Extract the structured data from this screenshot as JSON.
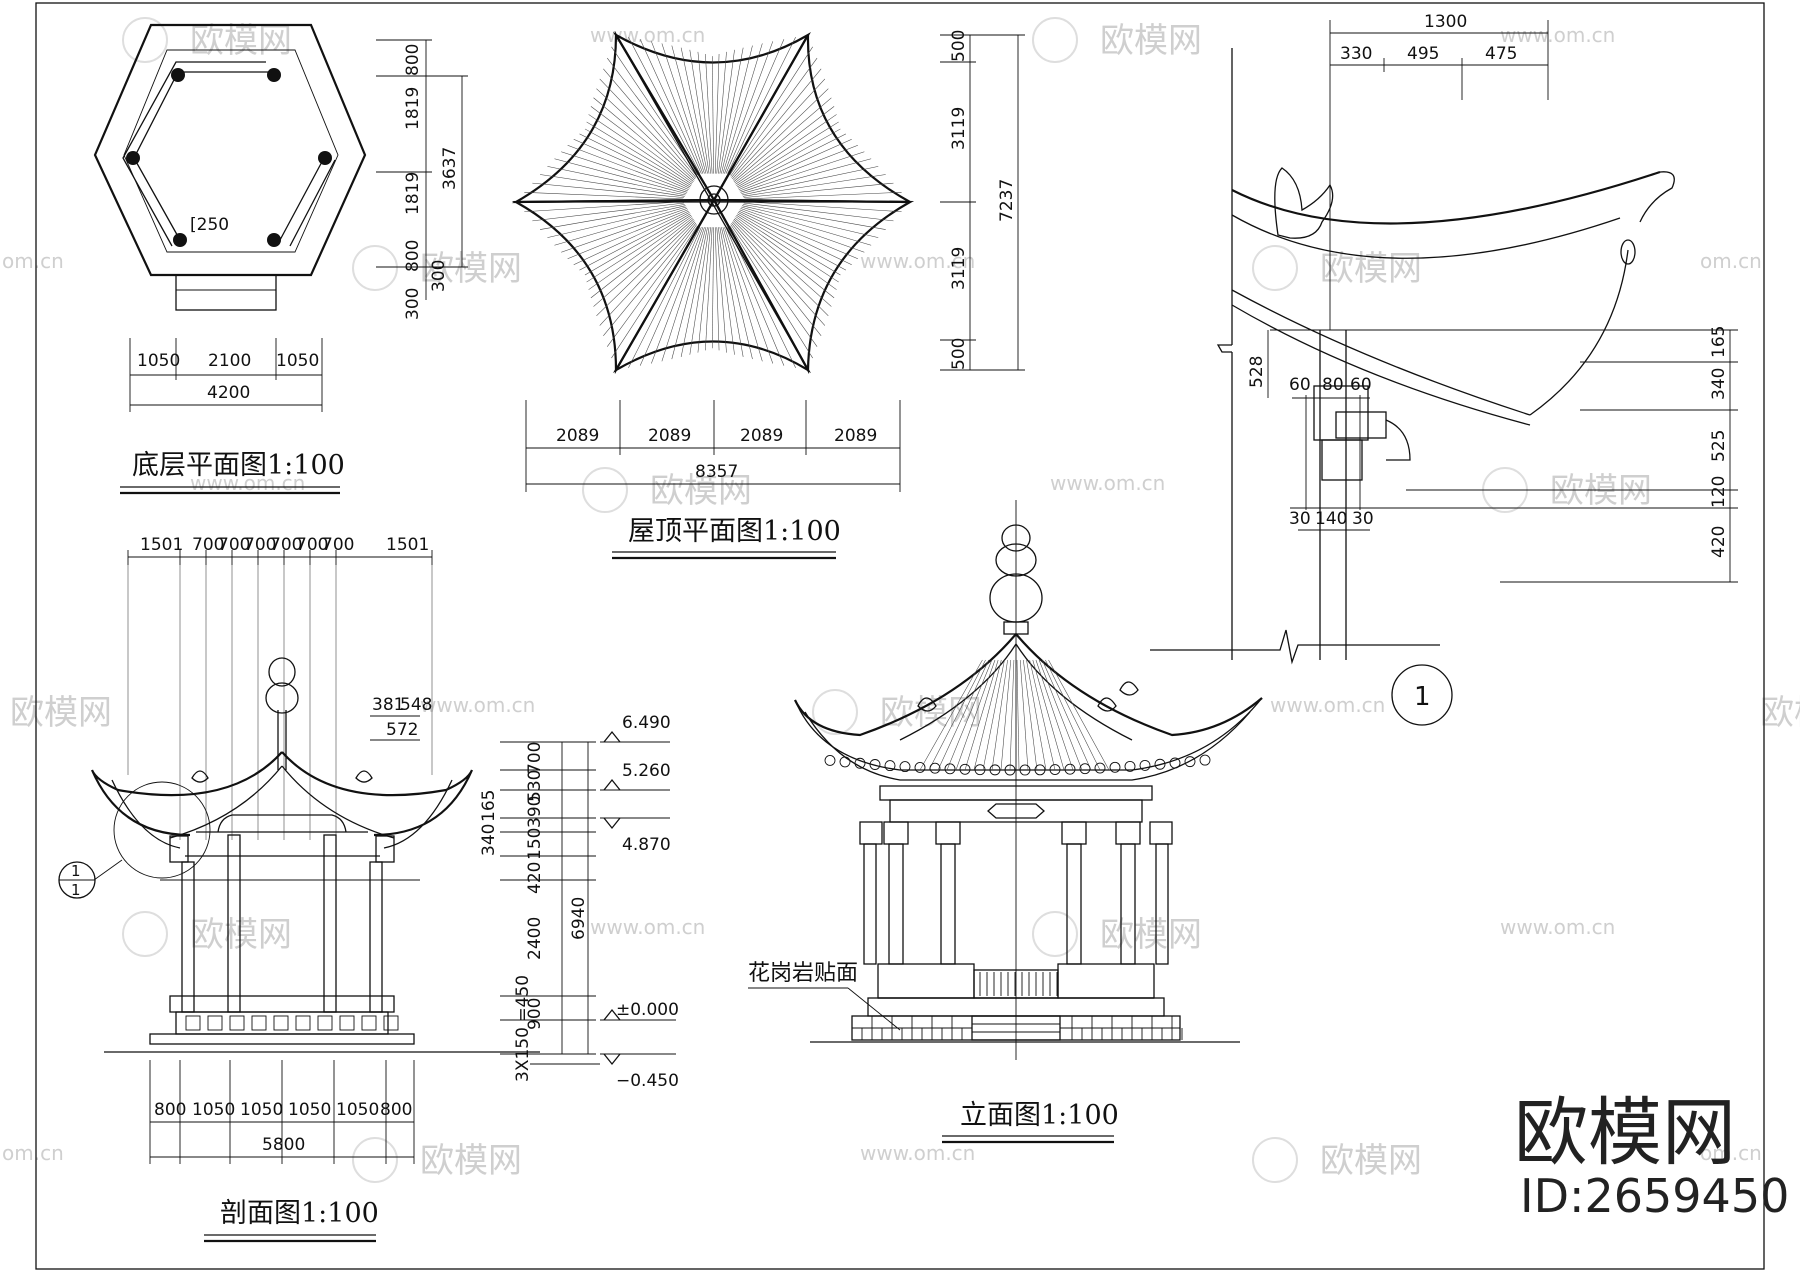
{
  "watermark": {
    "logo_text": "欧模网",
    "url_text": "www.om.cn",
    "url_short": "om.cn"
  },
  "brand": {
    "name": "欧模网",
    "id_label": "ID:2659450"
  },
  "ground_plan": {
    "title": "底层平面图1:100",
    "column_label": "[250",
    "dims_horizontal": [
      "1050",
      "2100",
      "1050"
    ],
    "total_horizontal": "4200",
    "dims_vertical": [
      "800",
      "1819",
      "1819",
      "800",
      "300",
      "300"
    ],
    "total_vertical": "3637"
  },
  "roof_plan": {
    "title": "屋顶平面图1:100",
    "dims_horizontal": [
      "2089",
      "2089",
      "2089",
      "2089"
    ],
    "total_horizontal": "8357",
    "dims_vertical": [
      "500",
      "3119",
      "3119",
      "500"
    ],
    "total_vertical": "7237"
  },
  "detail": {
    "marker": "1",
    "dims_top_total": "1300",
    "dims_top": [
      "330",
      "495",
      "475"
    ],
    "dims_right": [
      "165",
      "340",
      "525",
      "120",
      "420"
    ],
    "dim_left": "528",
    "dims_mid": [
      "60",
      "80",
      "60"
    ],
    "dims_bottom": [
      "30",
      "140",
      "30"
    ]
  },
  "section": {
    "title": "剖面图1:100",
    "dims_top": [
      "1501",
      "700",
      "700",
      "700",
      "700",
      "700",
      "700",
      "1501"
    ],
    "dims_bottom": [
      "800",
      "1050",
      "1050",
      "1050",
      "1050",
      "800"
    ],
    "total_bottom": "5800",
    "dims_roof": [
      "381",
      "548",
      "572"
    ],
    "dims_vertical": [
      "700",
      "530",
      "390",
      "165",
      "340",
      "150",
      "420",
      "2400",
      "900",
      "3X150 =450"
    ],
    "total_vertical": "6940",
    "levels": [
      "6.490",
      "5.260",
      "4.870",
      "±0.000",
      "−0.450"
    ],
    "detail_ref_top": "1",
    "detail_ref_bottom": "1"
  },
  "elevation": {
    "title": "立面图1:100",
    "annotation": "花岗岩贴面"
  }
}
